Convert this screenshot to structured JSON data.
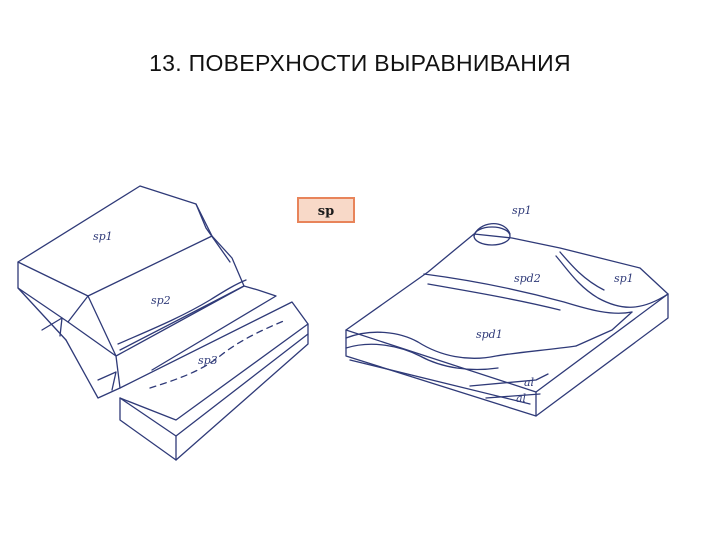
{
  "slide": {
    "title": "13. ПОВЕРХНОСТИ  ВЫРАВНИВАНИЯ"
  },
  "legend": {
    "label": "sp",
    "box_color": "#e8845a"
  },
  "left_block": {
    "labels": [
      "sp1",
      "sp2",
      "sp3"
    ]
  },
  "right_block": {
    "labels": [
      "sp1",
      "spd2",
      "sp1",
      "spd1",
      "al",
      "al"
    ]
  },
  "colors": {
    "ink": "#2f3a78",
    "background": "#ffffff"
  }
}
